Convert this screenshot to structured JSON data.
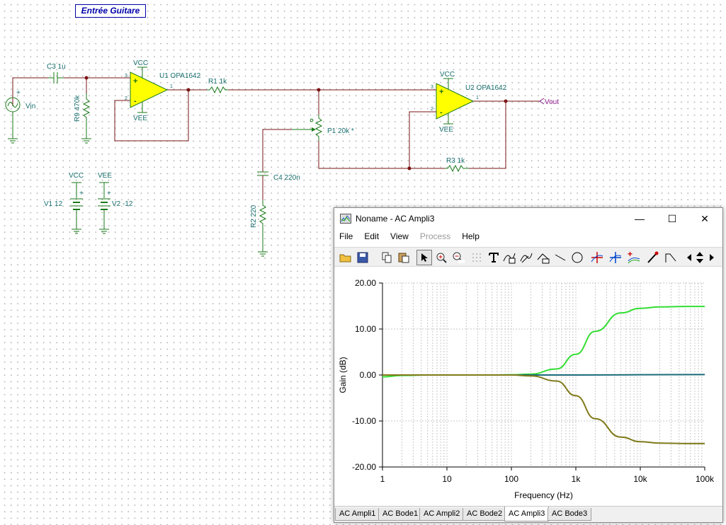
{
  "schematic": {
    "title": "Entrée Guitare",
    "labels": {
      "c3": "C3 1u",
      "vin": "Vin",
      "r9": "R9 470k",
      "u1": "U1 OPA1642",
      "u1_vcc": "VCC",
      "u1_vee": "VEE",
      "r1": "R1 1k",
      "p1": "P1 20k *",
      "c4": "C4 220n",
      "r2": "R2 220",
      "u2": "U2 OPA1642",
      "u2_vcc": "VCC",
      "u2_vee": "VEE",
      "r3": "R3 1k",
      "vout": "Vout",
      "v1_net": "VCC",
      "v1": "V1 12",
      "v2_net": "VEE",
      "v2": "V2 -12"
    },
    "pins": {
      "u1_in_plus": "3",
      "u1_in_minus": "2",
      "u1_out": "1",
      "u2_in_plus": "3",
      "u2_in_minus": "2",
      "u2_out": "1",
      "plus": "+",
      "minus": "-"
    }
  },
  "window": {
    "title": "Noname - AC Ampli3",
    "controls": {
      "minimize": "—",
      "maximize": "☐",
      "close": "✕"
    },
    "menu": [
      {
        "label": "File",
        "enabled": true
      },
      {
        "label": "Edit",
        "enabled": true
      },
      {
        "label": "View",
        "enabled": true
      },
      {
        "label": "Process",
        "enabled": false
      },
      {
        "label": "Help",
        "enabled": true
      }
    ],
    "toolbar_icons": [
      "open-icon",
      "save-icon",
      "copy-icon",
      "paste-icon",
      "pointer-icon",
      "zoom-in-icon",
      "zoom-100-icon",
      "grid-icon",
      "text-icon",
      "curve-label-icon",
      "marker-icon",
      "annotation-icon",
      "line-icon",
      "circle-icon",
      "cursor-a-icon",
      "cursor-b-icon",
      "add-curve-icon",
      "pen-icon",
      "style-icon",
      "scroll-left-icon",
      "scroll-updown-icon",
      "scroll-right-icon"
    ],
    "tabs": [
      {
        "label": "AC Ampli1",
        "active": false
      },
      {
        "label": "AC Bode1",
        "active": false
      },
      {
        "label": "AC Ampli2",
        "active": false
      },
      {
        "label": "AC Bode2",
        "active": false
      },
      {
        "label": "AC Ampli3",
        "active": true
      },
      {
        "label": "AC Bode3",
        "active": false
      }
    ]
  },
  "chart_data": {
    "type": "line",
    "xlabel": "Frequency (Hz)",
    "ylabel": "Gain (dB)",
    "xscale": "log",
    "xlim": [
      1,
      100000
    ],
    "ylim": [
      -20,
      20
    ],
    "xticks": [
      1,
      10,
      100,
      1000,
      10000,
      100000
    ],
    "xtick_labels": [
      "1",
      "10",
      "100",
      "1k",
      "10k",
      "100k"
    ],
    "yticks": [
      20,
      10,
      0,
      -10,
      -20
    ],
    "ytick_labels": [
      "20.00",
      "10.00",
      "0.00",
      "-10.00",
      "-20.00"
    ],
    "grid": true,
    "legend": "none",
    "series": [
      {
        "color": "#33dd33",
        "x": [
          1,
          2,
          5,
          10,
          50,
          100,
          200,
          500,
          1000,
          2000,
          5000,
          10000,
          20000,
          50000,
          100000
        ],
        "y": [
          -0.4,
          -0.1,
          0,
          0,
          0,
          0.05,
          0.2,
          1.3,
          4.5,
          9.5,
          13.5,
          14.5,
          14.8,
          14.9,
          14.9
        ]
      },
      {
        "color": "#1a6b7a",
        "x": [
          1,
          10,
          100,
          1000,
          10000,
          100000
        ],
        "y": [
          0,
          0,
          0,
          0,
          0.05,
          0.1
        ]
      },
      {
        "color": "#807a1a",
        "x": [
          1,
          10,
          100,
          200,
          500,
          1000,
          2000,
          5000,
          10000,
          20000,
          50000,
          100000
        ],
        "y": [
          0,
          0,
          0,
          -0.2,
          -1.3,
          -4.5,
          -9.5,
          -13.5,
          -14.5,
          -14.8,
          -14.9,
          -14.9
        ]
      }
    ]
  }
}
